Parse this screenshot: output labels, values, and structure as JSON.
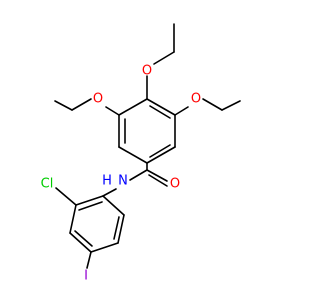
{
  "molecule": {
    "atoms": {
      "o_top": {
        "label": "O",
        "color": "#ff0000"
      },
      "o_left": {
        "label": "O",
        "color": "#ff0000"
      },
      "o_right": {
        "label": "O",
        "color": "#ff0000"
      },
      "o_carbonyl": {
        "label": "O",
        "color": "#ff0000"
      },
      "nh": {
        "label": "N",
        "color": "#0000ff"
      },
      "h": {
        "label": "H",
        "color": "#0000ff"
      },
      "cl": {
        "label": "Cl",
        "color": "#00cc00"
      },
      "iodine": {
        "label": "I",
        "color": "#9400d3"
      }
    },
    "bond_color": "#000000"
  }
}
